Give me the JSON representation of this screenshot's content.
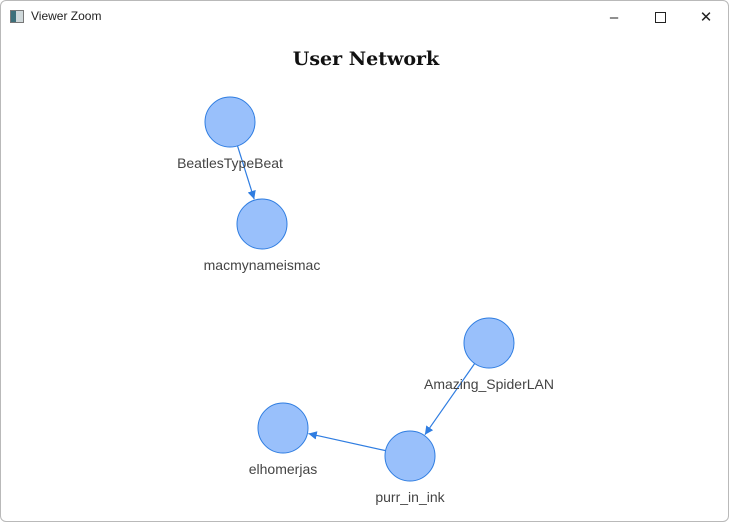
{
  "window": {
    "title": "Viewer Zoom",
    "icon": "app-icon",
    "controls": [
      "minimize",
      "maximize",
      "close"
    ]
  },
  "graph": {
    "title": "User Network",
    "colors": {
      "node_fill": "#99c0fb",
      "node_stroke": "#2f7de1",
      "edge": "#2f7de1"
    },
    "nodes": [
      {
        "id": "BeatlesTypeBeat",
        "label": "BeatlesTypeBeat"
      },
      {
        "id": "macmynameismac",
        "label": "macmynameismac"
      },
      {
        "id": "Amazing_SpiderLAN",
        "label": "Amazing_SpiderLAN"
      },
      {
        "id": "purr_in_ink",
        "label": "purr_in_ink"
      },
      {
        "id": "elhomerjas",
        "label": "elhomerjas"
      }
    ],
    "edges": [
      {
        "from": "BeatlesTypeBeat",
        "to": "macmynameismac"
      },
      {
        "from": "Amazing_SpiderLAN",
        "to": "purr_in_ink"
      },
      {
        "from": "purr_in_ink",
        "to": "elhomerjas"
      }
    ]
  }
}
